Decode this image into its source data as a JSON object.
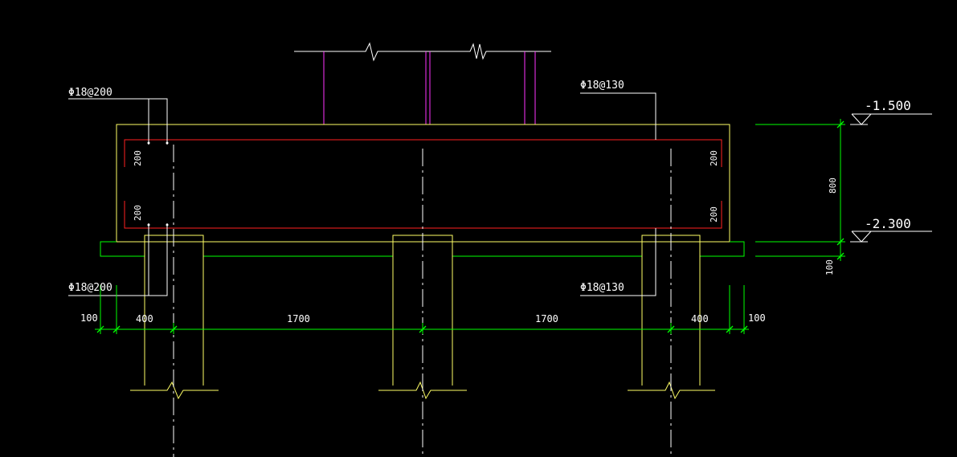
{
  "colors": {
    "background": "#000000",
    "cap_outline": "#ffff66",
    "rebar": "#ff2020",
    "column": "#ff33ff",
    "dimension": "#00ff00",
    "leader": "#ffffff",
    "centerline": "#ffffff"
  },
  "rebar_labels": {
    "top_left": "Φ18@200",
    "top_right": "Φ18@130",
    "bottom_left": "Φ18@200",
    "bottom_right": "Φ18@130"
  },
  "cover_labels": {
    "left_top": "200",
    "left_bottom": "200",
    "right_top": "200",
    "right_bottom": "200"
  },
  "elevations": {
    "top": "-1.500",
    "bottom": "-2.300"
  },
  "vertical_dims": {
    "cap_depth": "800",
    "cushion": "100"
  },
  "horizontal_dims": {
    "left_edge": "100",
    "left_pile": "400",
    "span_1": "1700",
    "span_2": "1700",
    "right_pile": "400",
    "right_edge": "100"
  },
  "icons": [
    "break-line-icon",
    "elevation-marker-icon"
  ]
}
